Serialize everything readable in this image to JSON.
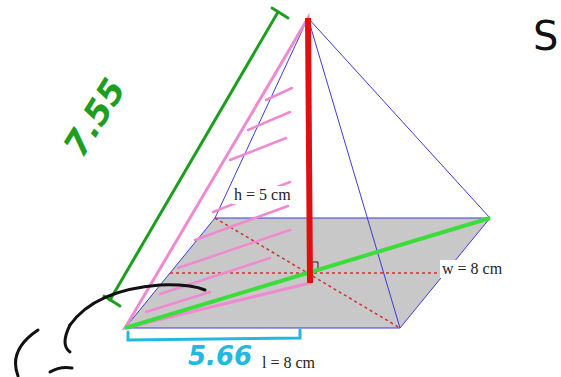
{
  "diagram": {
    "labels": [
      "7.55",
      "h = 5 cm",
      "w = 8 cm",
      "l = 8 cm",
      "5.66",
      "S"
    ]
  }
}
